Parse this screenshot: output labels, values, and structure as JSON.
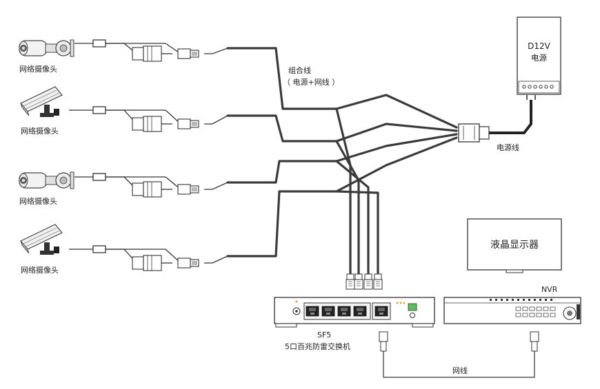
{
  "cameras": [
    {
      "label": "网络摄像头",
      "kind": "bullet"
    },
    {
      "label": "网络摄像头",
      "kind": "box"
    },
    {
      "label": "网络摄像头",
      "kind": "bullet"
    },
    {
      "label": "网络摄像头",
      "kind": "box"
    }
  ],
  "combo_cable": {
    "line1": "组合线",
    "line2": "（ 电源+网线 ）"
  },
  "power_supply": {
    "line1": "D12V",
    "line2": "电源"
  },
  "power_cable_label": "电源线",
  "monitor_label": "液晶显示器",
  "nvr_label": "NVR",
  "switch": {
    "model": "SF5",
    "name": "5口百兆防雷交换机"
  },
  "network_cable_label": "网线"
}
